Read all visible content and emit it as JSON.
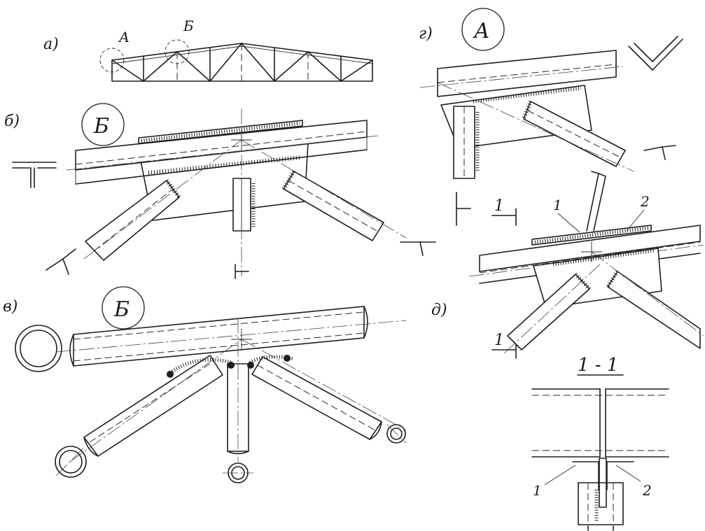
{
  "labels": {
    "panel_a": "а)",
    "panel_b": "б)",
    "panel_v": "в)",
    "panel_g": "г)",
    "panel_d": "д)",
    "node_a": "А",
    "node_b": "Б",
    "detail_b_top": "Б",
    "detail_b_bottom": "Б",
    "detail_a": "А",
    "section_mark": "1",
    "section_mark_bottom": "1",
    "section_title": "1 - 1",
    "callout_1": "1",
    "callout_2": "2",
    "section_callout_1": "1",
    "section_callout_2": "2"
  }
}
